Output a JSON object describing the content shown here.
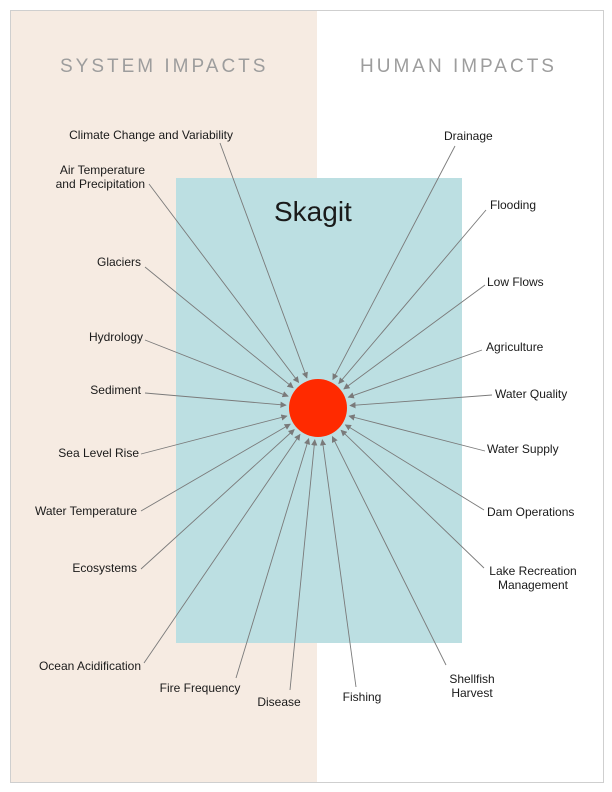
{
  "headings": {
    "system": "SYSTEM IMPACTS",
    "human": "HUMAN IMPACTS"
  },
  "center": {
    "title": "Skagit"
  },
  "colors": {
    "left_panel": "#f6ebe2",
    "center_box": "#bcdfe2",
    "hub": "#ff2a00",
    "arrows": "#7a7a7a",
    "heading_text": "#9d9d9d"
  },
  "system_impacts": [
    "Climate Change and Variability",
    "Air Temperature\nand Precipitation",
    "Glaciers",
    "Hydrology",
    "Sediment",
    "Sea Level Rise",
    "Water Temperature",
    "Ecosystems",
    "Ocean Acidification",
    "Fire Frequency",
    "Disease"
  ],
  "human_impacts": [
    "Drainage",
    "Flooding",
    "Low Flows",
    "Agriculture",
    "Water Quality",
    "Water Supply",
    "Dam Operations",
    "Lake Recreation\nManagement",
    "Shellfish\nHarvest",
    "Fishing"
  ]
}
